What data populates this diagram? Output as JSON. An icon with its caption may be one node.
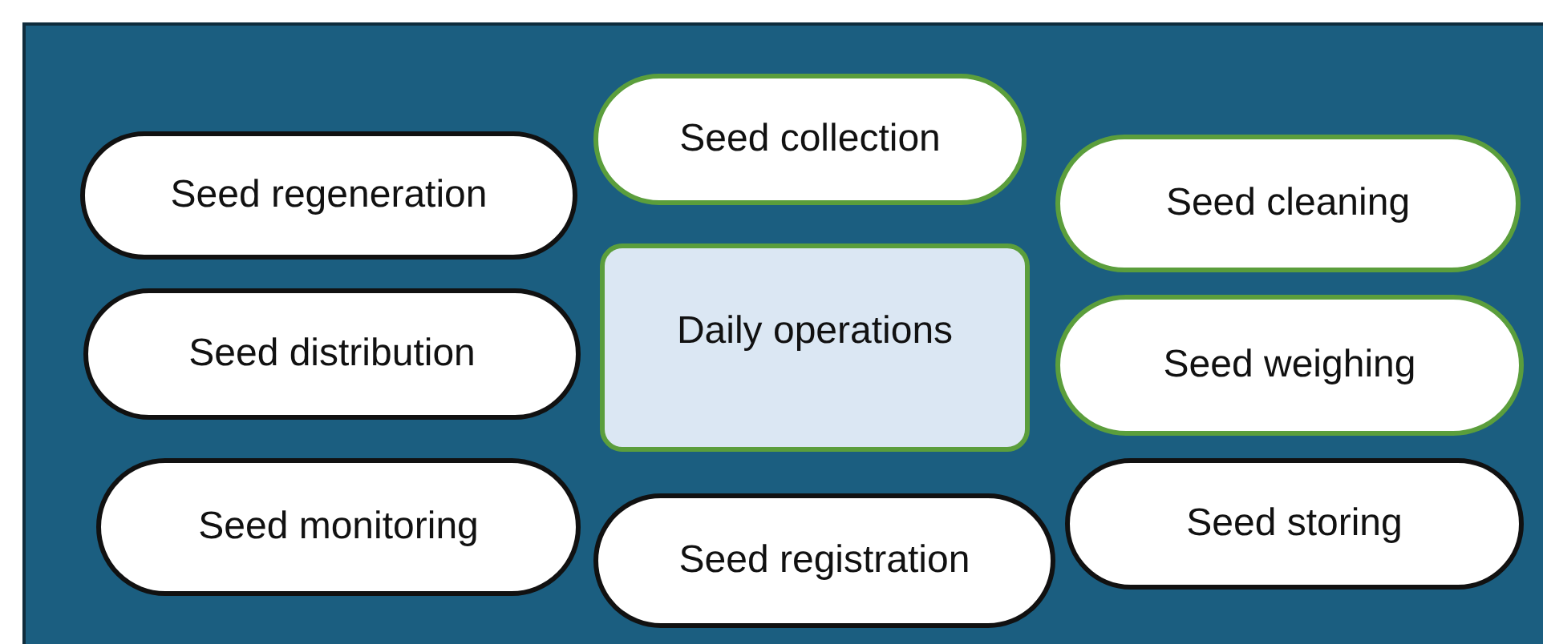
{
  "diagram": {
    "nodes": [
      {
        "text": [],
        "shape": "box"
      },
      {
        "text": [
          "Seed collection"
        ],
        "in": 0
      },
      {
        "text": [
          "Seed regeneration"
        ],
        "in": 0
      },
      {
        "text": [
          "Seed cleaning"
        ],
        "in": 0
      },
      {
        "text": [
          "Daily operations"
        ],
        "in": 0
      },
      {
        "text": [
          "Seed distribution"
        ],
        "in": 0
      },
      {
        "text": [
          "Seed weighing"
        ],
        "in": 0
      },
      {
        "text": [
          "Seed monitoring"
        ],
        "in": 0
      },
      {
        "text": [
          "Seed storing"
        ],
        "in": 0
      },
      {
        "text": [
          "Seed registration"
        ],
        "in": 0
      }
    ]
  }
}
